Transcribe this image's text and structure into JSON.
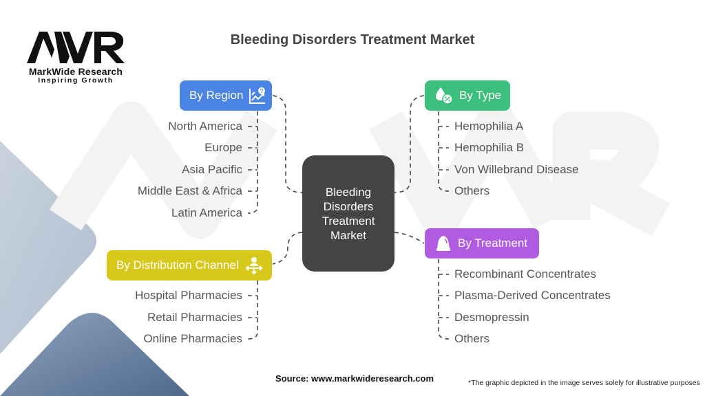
{
  "title": "Bleeding Disorders Treatment Market",
  "logo": {
    "mark": "MWR",
    "name": "MarkWide Research",
    "tagline": "Inspiring Growth"
  },
  "center_node": {
    "label": "Bleeding Disorders Treatment Market",
    "color": "#444444"
  },
  "branches": {
    "region": {
      "label": "By Region",
      "icon": "chart-question-icon",
      "color": "#4a84e4",
      "items": [
        "North America",
        "Europe",
        "Asia Pacific",
        "Middle East & Africa",
        "Latin America"
      ]
    },
    "type": {
      "label": "By Type",
      "icon": "drops-percent-icon",
      "color": "#3dbf7e",
      "items": [
        "Hemophilia A",
        "Hemophilia B",
        "Von Willebrand Disease",
        "Others"
      ]
    },
    "treatment": {
      "label": "By Treatment",
      "icon": "bell-icon",
      "color": "#b05ce0",
      "items": [
        "Recombinant Concentrates",
        "Plasma-Derived Concentrates",
        "Desmopressin",
        "Others"
      ]
    },
    "distribution": {
      "label": "By Distribution Channel",
      "icon": "person-arrows-icon",
      "color": "#d8c81c",
      "items": [
        "Hospital Pharmacies",
        "Retail Pharmacies",
        "Online Pharmacies"
      ]
    }
  },
  "footer": {
    "source": "Source: www.markwideresearch.com",
    "note": "*The graphic depicted in the image serves solely for illustrative purposes"
  }
}
